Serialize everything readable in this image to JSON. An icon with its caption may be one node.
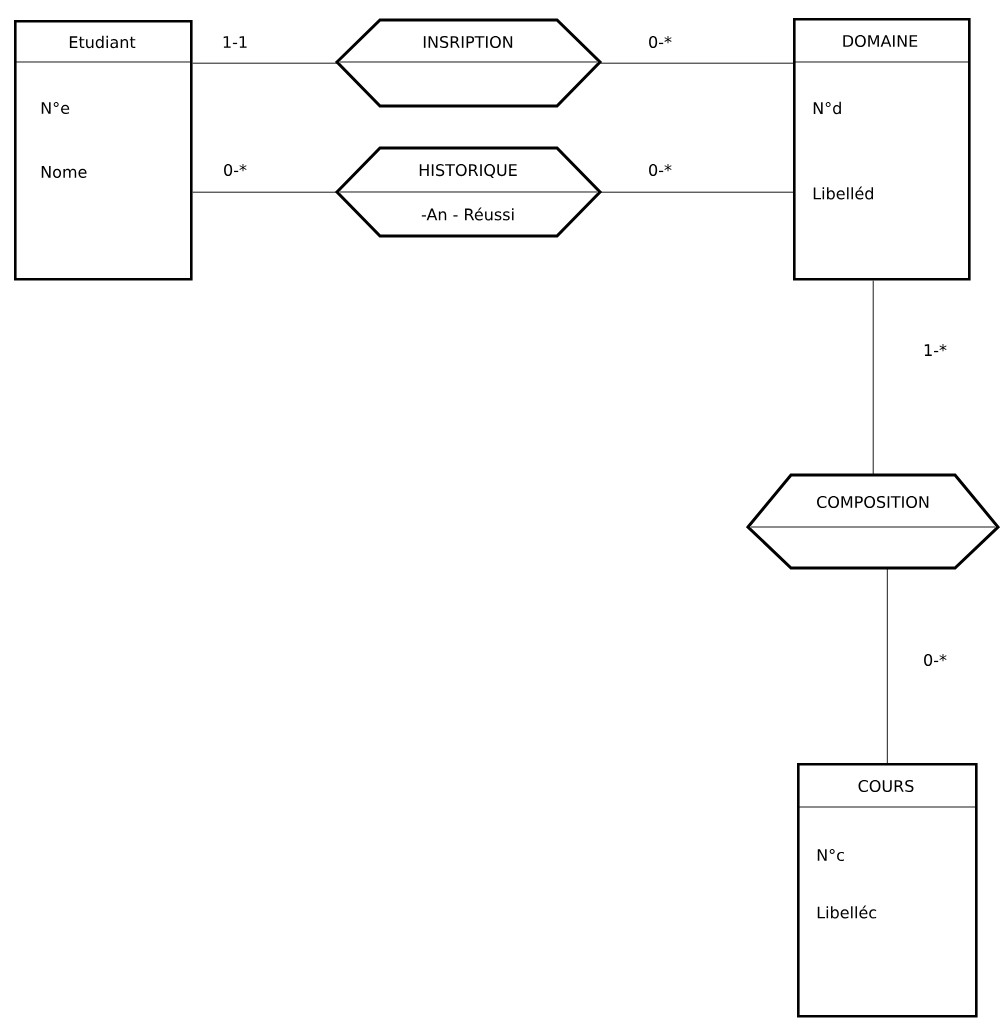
{
  "diagram": {
    "nodes": [
      {
        "text": [
          "Etudiant",
          "N°e",
          "Nome"
        ]
      },
      {
        "text": [
          "INSRIPTION"
        ]
      },
      {
        "text": [
          "DOMAINE",
          "N°d",
          "Libelléd"
        ]
      },
      {
        "text": [
          "HISTORIQUE",
          "-An - Réussi"
        ]
      },
      {
        "text": [
          "COMPOSITION"
        ]
      },
      {
        "text": [
          "COURS",
          "N°c",
          "Libelléc"
        ]
      }
    ],
    "edges": [
      {
        "from": 0,
        "to": 1,
        "arrow": "none",
        "label": "1-1"
      },
      {
        "from": 1,
        "to": 2,
        "arrow": "none",
        "label": "0-*"
      },
      {
        "from": 0,
        "to": 3,
        "arrow": "none",
        "label": "0-*"
      },
      {
        "from": 3,
        "to": 2,
        "arrow": "none",
        "label": "0-*"
      },
      {
        "from": 2,
        "to": 4,
        "arrow": "none",
        "label": "1-*"
      },
      {
        "from": 4,
        "to": 5,
        "arrow": "none",
        "label": "0-*"
      }
    ]
  }
}
